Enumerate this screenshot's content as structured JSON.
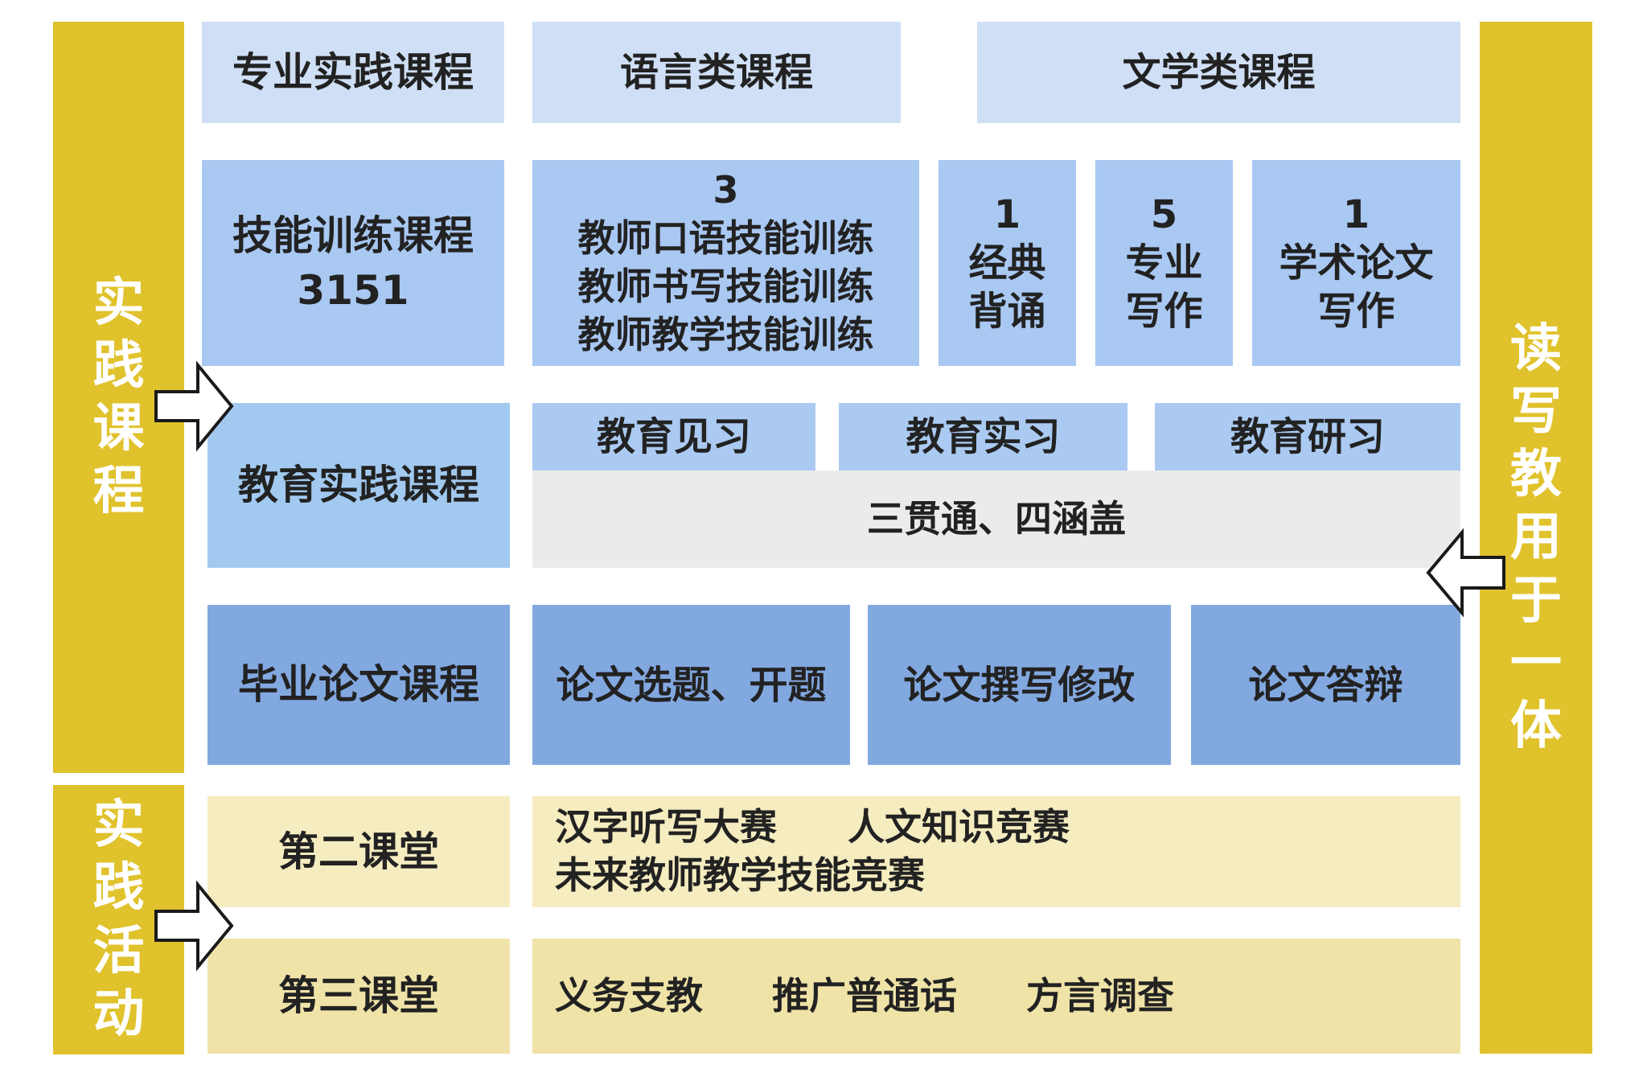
{
  "left_column": {
    "practice_courses_label": [
      "实",
      "践",
      "课",
      "程"
    ],
    "practice_activities_label": [
      "实",
      "践",
      "活",
      "动"
    ]
  },
  "right_column": {
    "label": [
      "读",
      "写",
      "教",
      "用",
      "于",
      "一",
      "体"
    ]
  },
  "rows": {
    "professional": {
      "title": "专业实践课程",
      "language": "语言类课程",
      "literature": "文学类课程"
    },
    "skills": {
      "title_line1": "技能训练课程",
      "title_line2": "3151",
      "teacher_skills": [
        "3",
        "教师口语技能训练",
        "教师书写技能训练",
        "教师教学技能训练"
      ],
      "classics": [
        "1",
        "经典",
        "背诵"
      ],
      "professional_writing": [
        "5",
        "专业",
        "写作"
      ],
      "academic_writing": [
        "1",
        "学术论文",
        "写作"
      ]
    },
    "education": {
      "title": "教育实践课程",
      "observation": "教育见习",
      "internship": "教育实习",
      "research": "教育研习",
      "summary": "三贯通、四涵盖"
    },
    "thesis": {
      "title": "毕业论文课程",
      "topic": "论文选题、开题",
      "writing": "论文撰写修改",
      "defense": "论文答辩"
    },
    "second_classroom": {
      "title": "第二课堂",
      "line1_a": "汉字听写大赛",
      "line1_b": "人文知识竞赛",
      "line2": "未来教师教学技能竞赛"
    },
    "third_classroom": {
      "title": "第三课堂",
      "item1": "义务支教",
      "item2": "推广普通话",
      "item3": "方言调查"
    }
  },
  "colors": {
    "gold": "#e0c22c",
    "light_blue": "#cfdff5",
    "mid_blue": "#a9c8f2",
    "dark_blue": "#82a8e0",
    "gray": "#ebebeb",
    "light_yellow": "#f5ecc0",
    "yellow": "#f0e3a8"
  },
  "icons": [
    "right-arrow-icon",
    "left-arrow-icon"
  ]
}
